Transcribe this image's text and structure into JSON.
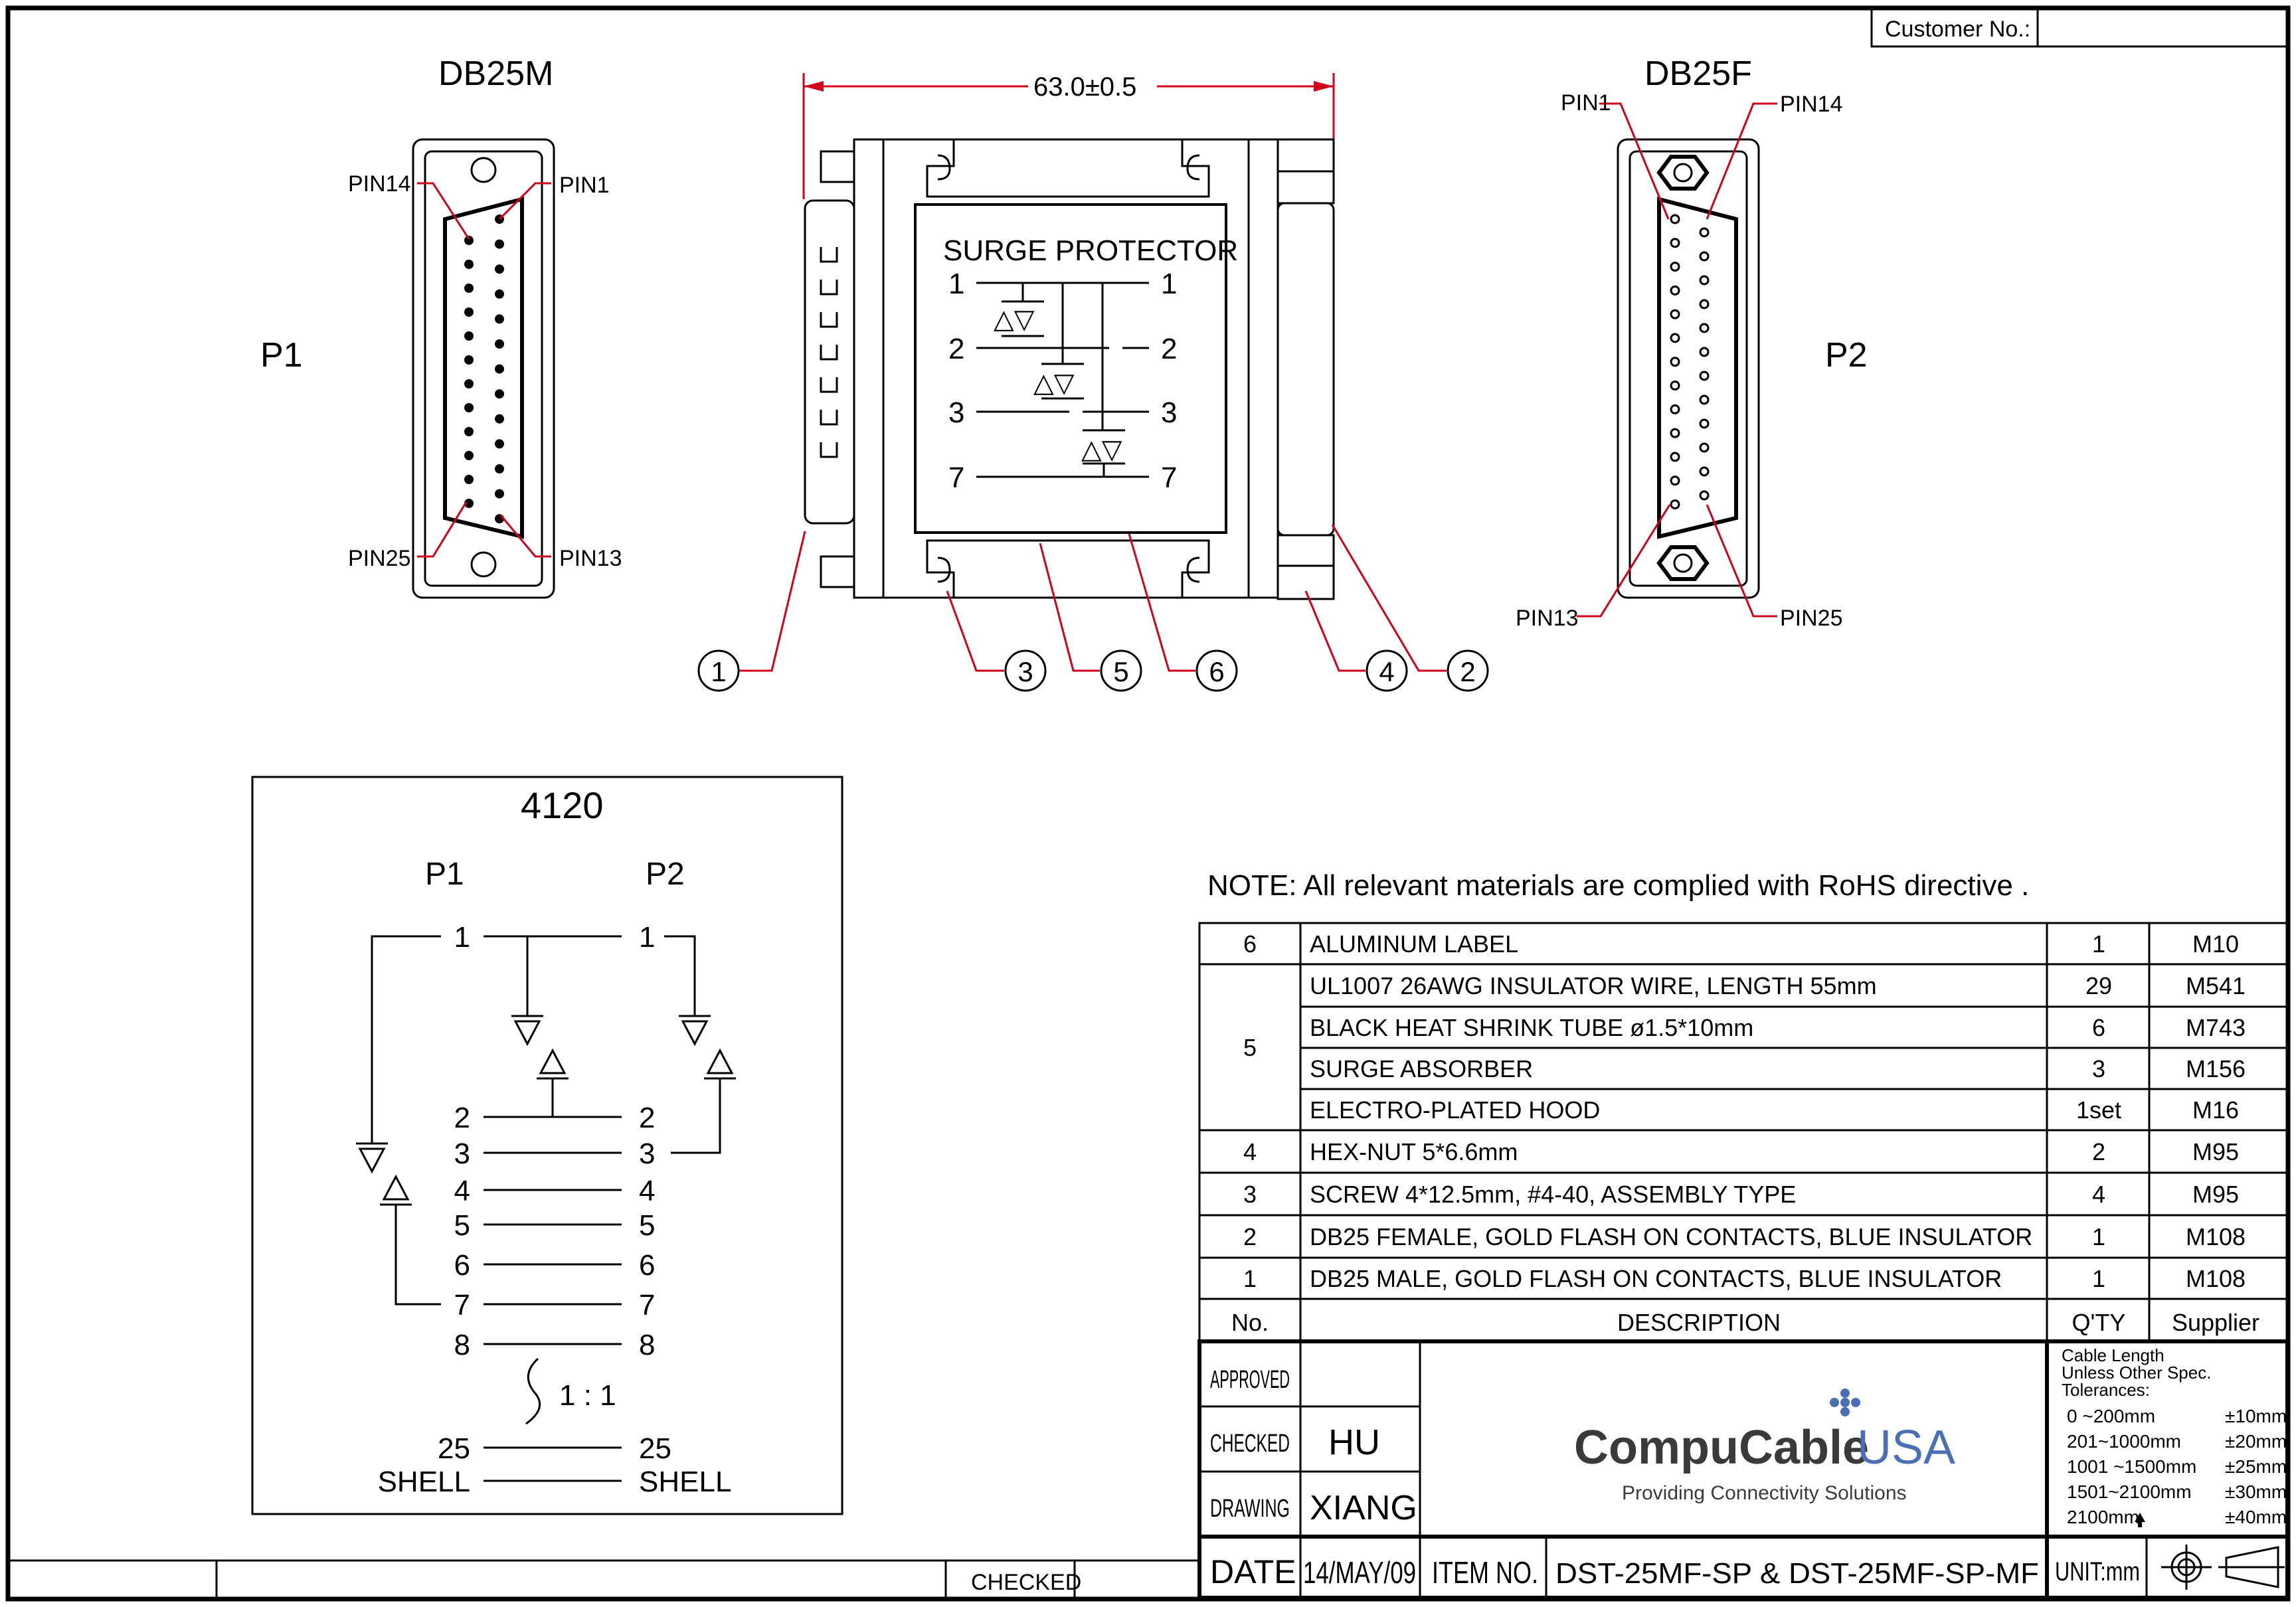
{
  "header": {
    "customer_label": "Customer No.:",
    "customer_value": ""
  },
  "p1": {
    "connector": "DB25M",
    "label": "P1",
    "pin14": "PIN14",
    "pin1": "PIN1",
    "pin25": "PIN25",
    "pin13": "PIN13"
  },
  "p2": {
    "connector": "DB25F",
    "label": "P2",
    "pin1": "PIN1",
    "pin14": "PIN14",
    "pin13": "PIN13",
    "pin25": "PIN25"
  },
  "side": {
    "dimension": "63.0±0.5",
    "label_title": "SURGE PROTECTOR",
    "label_pins": [
      "1",
      "2",
      "3",
      "7"
    ],
    "callouts": [
      "1",
      "3",
      "5",
      "6",
      "4",
      "2"
    ]
  },
  "schematic": {
    "title": "4120",
    "p1": "P1",
    "p2": "P2",
    "left_pins": [
      "1",
      "2",
      "3",
      "4",
      "5",
      "6",
      "7",
      "8",
      "25",
      "SHELL"
    ],
    "right_pins": [
      "1",
      "2",
      "3",
      "4",
      "5",
      "6",
      "7",
      "8",
      "25",
      "SHELL"
    ],
    "ratio": "1 : 1"
  },
  "note": "NOTE: All relevant materials are complied with RoHS directive .",
  "bom": {
    "rows": [
      {
        "no": "6",
        "desc": "ALUMINUM LABEL",
        "qty": "1",
        "supplier": "M10"
      },
      {
        "no": "5",
        "desc": "UL1007 26AWG INSULATOR WIRE, LENGTH 55mm",
        "qty": "29",
        "supplier": "M541"
      },
      {
        "no": "",
        "desc": "BLACK HEAT SHRINK TUBE ø1.5*10mm",
        "qty": "6",
        "supplier": "M743"
      },
      {
        "no": "",
        "desc": "SURGE ABSORBER",
        "qty": "3",
        "supplier": "M156"
      },
      {
        "no": "",
        "desc": "ELECTRO-PLATED HOOD",
        "qty": "1set",
        "supplier": "M16"
      },
      {
        "no": "4",
        "desc": "HEX-NUT 5*6.6mm",
        "qty": "2",
        "supplier": "M95"
      },
      {
        "no": "3",
        "desc": "SCREW 4*12.5mm, #4-40, ASSEMBLY TYPE",
        "qty": "4",
        "supplier": "M95"
      },
      {
        "no": "2",
        "desc": "DB25 FEMALE, GOLD FLASH ON CONTACTS, BLUE INSULATOR",
        "qty": "1",
        "supplier": "M108"
      },
      {
        "no": "1",
        "desc": "DB25 MALE, GOLD FLASH ON CONTACTS, BLUE INSULATOR",
        "qty": "1",
        "supplier": "M108"
      }
    ],
    "header": {
      "no": "No.",
      "desc": "DESCRIPTION",
      "qty": "Q'TY",
      "supplier": "Supplier"
    }
  },
  "titleblock": {
    "approved": "APPROVED",
    "checked": "CHECKED",
    "checked_by": "HU",
    "drawing": "DRAWING",
    "drawn_by": "XIANG",
    "date_label": "DATE",
    "date": "14/MAY/09",
    "item_label": "ITEM NO.",
    "item_no": "DST-25MF-SP & DST-25MF-SP-MF",
    "unit": "UNIT:mm",
    "logo_main": "CompuCable",
    "logo_usa": "USA",
    "logo_tag": "Providing Connectivity Solutions",
    "tol_title": [
      "Cable Length",
      "Unless Other Spec.",
      "Tolerances:"
    ],
    "tolerances": [
      {
        "range": "0 ~200mm",
        "tol": "±10mm"
      },
      {
        "range": "201~1000mm",
        "tol": "±20mm"
      },
      {
        "range": "1001 ~1500mm",
        "tol": "±25mm"
      },
      {
        "range": "1501~2100mm",
        "tol": "±30mm"
      },
      {
        "range": "2100mm",
        "tol": "±40mm"
      }
    ]
  },
  "bottom": {
    "checked": "CHECKED"
  },
  "colors": {
    "callout_red": "#d0021b",
    "logo_blue": "#4a6fb5",
    "logo_gray": "#3a3a3a"
  }
}
